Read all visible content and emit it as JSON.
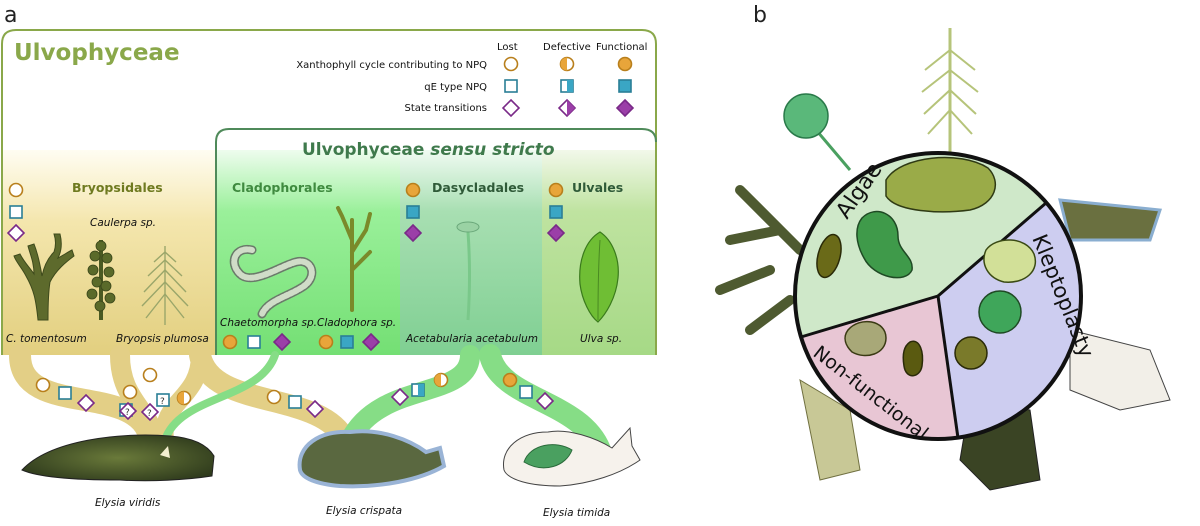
{
  "panel_labels": {
    "a": "a",
    "b": "b"
  },
  "main_title": "Ulvophyceae",
  "sub_title": {
    "main": "Ulvophyceae ",
    "italic": "sensu stricto"
  },
  "legend": {
    "columns": [
      "Lost",
      "Defective",
      "Functional"
    ],
    "rows": [
      "Xanthophyll cycle contributing to NPQ",
      "qE type NPQ",
      "State transitions"
    ]
  },
  "groups": {
    "bryopsidales": "Bryopsidales",
    "cladophorales": "Cladophorales",
    "dasycladales": "Dasycladales",
    "ulvales": "Ulvales"
  },
  "species": {
    "caulerpa": "Caulerpa sp.",
    "codium": "C. tomentosum",
    "bryopsis": "Bryopsis plumosa",
    "chaetomorpha": "Chaetomorpha sp.",
    "cladophora": "Cladophora sp.",
    "acetabularia": "Acetabularia acetabulum",
    "ulva": "Ulva sp."
  },
  "slugs": {
    "viridis": "Elysia viridis",
    "crispata": "Elysia crispata",
    "timida": "Elysia timida"
  },
  "unknown_mark": "?",
  "panel_b": {
    "algae": "Algae",
    "kleptoplasty": "Kleptoplasty",
    "nonfunctional": "Non-functional"
  },
  "colors": {
    "ulvophyceae_border": "#8aa84a",
    "sensu_border": "#4f8a5a",
    "xanthophyll": "#e8a53a",
    "qe": "#3aa6c4",
    "state_transition": "#9b3fa8",
    "bryopsidales_band": "#e3cf86",
    "green_band": "#86dd86",
    "sector_algae": "#cfe8c9",
    "sector_klepto": "#cdcdf0",
    "sector_nonfunc": "#e8c6d4"
  }
}
